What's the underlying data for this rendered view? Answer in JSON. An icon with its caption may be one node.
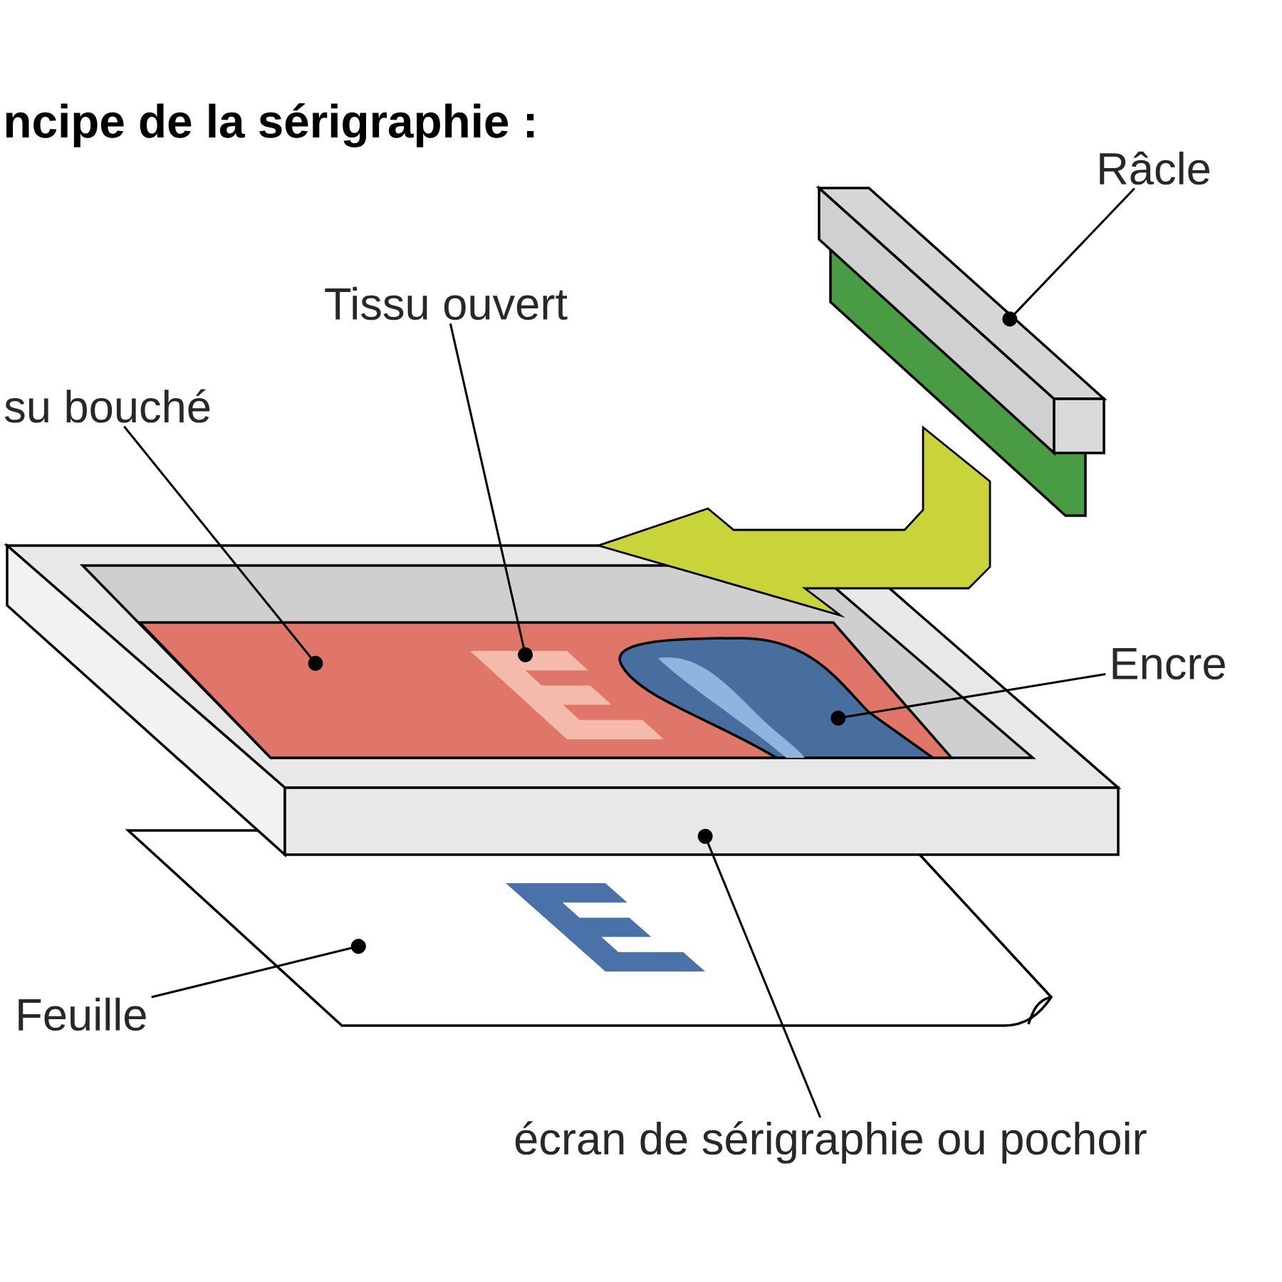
{
  "diagram": {
    "title": "ncipe de la sérigraphie :",
    "nodes": [
      {
        "text": [
          "su bouché"
        ]
      },
      {
        "text": [
          "Tissu ouvert"
        ]
      },
      {
        "text": [
          "Râcle"
        ]
      },
      {
        "text": [
          "Encre"
        ]
      },
      {
        "text": [
          "Feuille"
        ]
      },
      {
        "text": [
          "écran de sérigraphie ou pochoir"
        ]
      },
      {
        "text": [],
        "shape": "bar"
      },
      {
        "text": [],
        "shape": "box"
      },
      {
        "text": [],
        "shape": "box",
        "in": 7
      },
      {
        "text": [],
        "shape": "picture",
        "in": 8
      },
      {
        "text": [],
        "shape": "picture",
        "in": 8
      },
      {
        "text": [],
        "shape": "box"
      }
    ],
    "edges": [
      {
        "from": 0,
        "to": 8,
        "arrow": "other"
      },
      {
        "from": 1,
        "to": 9,
        "arrow": "other"
      },
      {
        "from": 2,
        "to": 6,
        "arrow": "other"
      },
      {
        "from": 3,
        "to": 10,
        "arrow": "other"
      },
      {
        "from": 4,
        "to": 11,
        "arrow": "other"
      },
      {
        "from": 5,
        "to": 7,
        "arrow": "other"
      },
      {
        "from": 6,
        "to": 7,
        "arrow": "to",
        "style": "thick",
        "color": "#c8d43a"
      }
    ]
  }
}
